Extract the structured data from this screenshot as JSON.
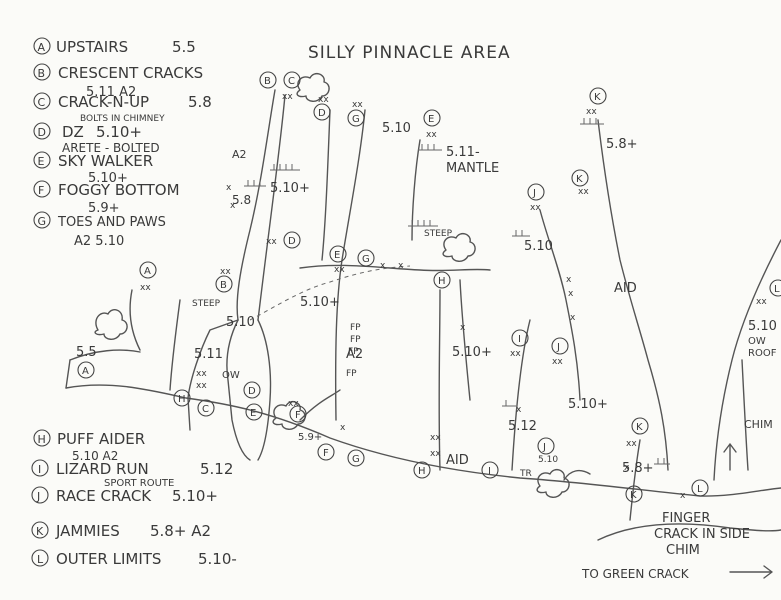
{
  "title": "SILLY PINNACLE AREA",
  "legend_top": [
    {
      "letter": "A",
      "name": "UPSTAIRS",
      "grade": "5.5"
    },
    {
      "letter": "B",
      "name": "CRESCENT CRACKS",
      "grade": "5.11 A2"
    },
    {
      "letter": "C",
      "name": "CRACK-N-UP",
      "grade": "5.8",
      "note": "BOLTS IN CHIMNEY"
    },
    {
      "letter": "D",
      "name": "DZ",
      "grade": "5.10+",
      "note": "ARETE - BOLTED"
    },
    {
      "letter": "E",
      "name": "SKY WALKER",
      "grade": "5.10+"
    },
    {
      "letter": "F",
      "name": "FOGGY BOTTOM",
      "grade": "5.9+"
    },
    {
      "letter": "G",
      "name": "TOES AND PAWS",
      "grade": "A2 5.10",
      "extra": "A2"
    }
  ],
  "legend_bottom": [
    {
      "letter": "H",
      "name": "PUFF AIDER",
      "grade": "5.10 A2"
    },
    {
      "letter": "I",
      "name": "LIZARD RUN",
      "grade": "5.12",
      "note": "SPORT ROUTE"
    },
    {
      "letter": "J",
      "name": "RACE CRACK",
      "grade": "5.10+"
    },
    {
      "letter": "K",
      "name": "JAMMIES",
      "grade": "5.8+ A2"
    },
    {
      "letter": "L",
      "name": "OUTER LIMITS",
      "grade": "5.10-"
    }
  ],
  "annotations": {
    "a2": "A2",
    "g58": "5.8",
    "g510p_1": "5.10+",
    "g510_g": "5.10",
    "g511m": "5.11-",
    "mantle": "MANTLE",
    "steep1": "STEEP",
    "g58p_k": "5.8+",
    "g510_j": "5.10",
    "steep2": "STEEP",
    "g510p_mid": "5.10+",
    "g510_b": "5.10",
    "aid1": "AID",
    "g55": "5.5",
    "g511": "5.11",
    "ow1": "OW",
    "fp1": "FP",
    "fp2": "FP",
    "fp3": "FP",
    "a2b": "A2",
    "fp4": "FP",
    "g510p_h": "5.10+",
    "g510p_j2": "5.10+",
    "g512": "5.12",
    "g510_i": "5.10",
    "tr": "TR",
    "aid2": "AID",
    "g59p": "5.9+",
    "g58p_k2": "5.8+",
    "chim": "CHIM",
    "g510_l": "5.10",
    "ow2": "OW",
    "roof": "ROOF",
    "finger": "FINGER",
    "crack_inside": "CRACK IN SIDE",
    "chim2": "CHIM",
    "to_green": "TO GREEN CRACK"
  },
  "icons": [
    "circled-letter-icon",
    "bolt-x-icon",
    "tree-bush-icon",
    "arrow-right-icon"
  ]
}
